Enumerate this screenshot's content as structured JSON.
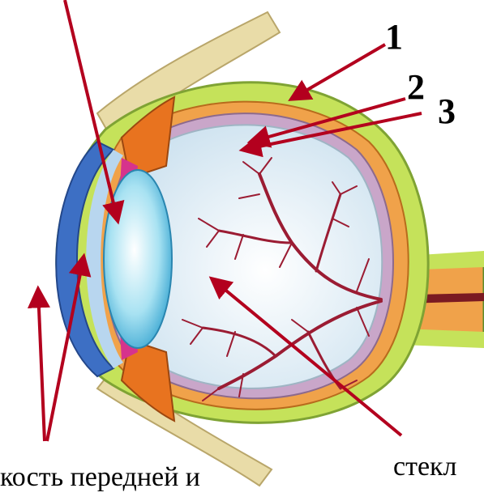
{
  "labels": {
    "num1": "1",
    "num2": "2",
    "num3": "3",
    "bottom_left": "кость передней и",
    "bottom_right": "стекл"
  },
  "colors": {
    "arrow": "#b3001e",
    "sclera": "#c5e25a",
    "choroid": "#f0a24a",
    "retina": "#c9a6c9",
    "vitreous": "#dfeef7",
    "vessels": "#9b1c33",
    "lens": "#6cc6e6",
    "ciliary": "#e8731f",
    "cornea": "#3d6fc4",
    "iris": "#d6338c"
  }
}
